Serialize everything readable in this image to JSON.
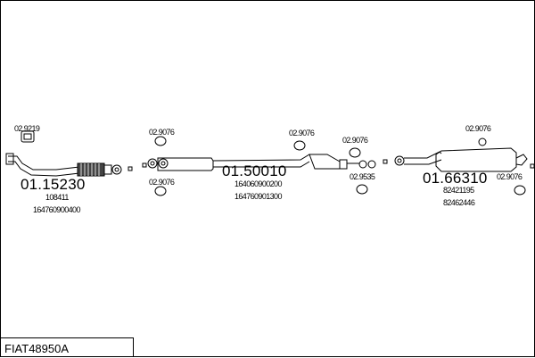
{
  "assembly_code": "FIAT48950A",
  "parts": {
    "front_pipe": {
      "number": "01.15230",
      "refs": [
        "108411",
        "164760900400"
      ],
      "mount": "02.9219",
      "clamp": "02.9076"
    },
    "middle_silencer": {
      "number": "01.50010",
      "refs": [
        "164060900200",
        "164760901300"
      ],
      "hanger_left": "02.9076",
      "hanger_mid": "02.9076",
      "hanger_right": "02.9076",
      "gasket": "02.9535"
    },
    "rear_silencer": {
      "number": "01.66310",
      "refs": [
        "82421195",
        "82462446"
      ],
      "hanger_top": "02.9076",
      "hanger_right": "02.9076"
    }
  }
}
